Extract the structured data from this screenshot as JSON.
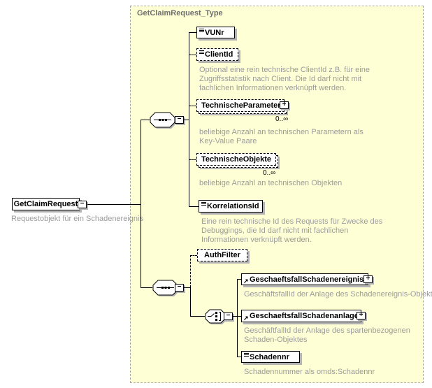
{
  "colors": {
    "type_fill": "#ffffd6",
    "type_border": "#a6a6a6",
    "title_text": "#6e6e6e",
    "annotation_text": "#9c9c9c",
    "shadow": "#b4b4b4",
    "line": "#000000"
  },
  "glyphs": {
    "plus": "+",
    "minus": "−",
    "ref_arrow": "↗"
  },
  "container": {
    "title": "GetClaimRequest_Type"
  },
  "root": {
    "label": "GetClaimRequest",
    "annotation": [
      "Requestobjekt für ein Schadenereignis"
    ]
  },
  "nodes": {
    "vunr": {
      "label": "VUNr"
    },
    "clientid": {
      "label": "ClientId",
      "annotation": [
        "Optional eine rein technische ClientId z.B. für eine",
        "Zugriffsstatistik nach Client. Die Id darf nicht mit",
        "fachlichen Informationen verknüpft werden."
      ]
    },
    "technische_parameter": {
      "label": "TechnischeParameter",
      "occurrence": "0..∞",
      "annotation": [
        "beliebige Anzahl an technischen Parametern als",
        "Key-Value Paare"
      ]
    },
    "technische_objekte": {
      "label": "TechnischeObjekte",
      "occurrence": "0..∞",
      "annotation": [
        "beliebige Anzahl an technischen Objekten"
      ]
    },
    "korrelations_id": {
      "label": "KorrelationsId",
      "annotation": [
        "Eine rein technische Id des Requests für Zwecke des",
        "Debuggings, die Id darf nicht mit fachlichen",
        "Informationen verknüpft werden."
      ]
    },
    "auth_filter": {
      "label": "AuthFilter"
    },
    "gf_schadenereignis": {
      "label": "GeschaeftsfallSchadenereignis",
      "annotation": [
        "GeschäftsfallId der Anlage des Schadenereignis-Objektes"
      ]
    },
    "gf_schadenanlage": {
      "label": "GeschaeftsfallSchadenanlage",
      "annotation": [
        "GeschäftfallId der Anlage des spartenbezogenen",
        "Schaden-Objektes"
      ]
    },
    "schadennr": {
      "label": "Schadennr",
      "annotation": [
        "Schadennummer als omds:Schadennr"
      ]
    }
  }
}
